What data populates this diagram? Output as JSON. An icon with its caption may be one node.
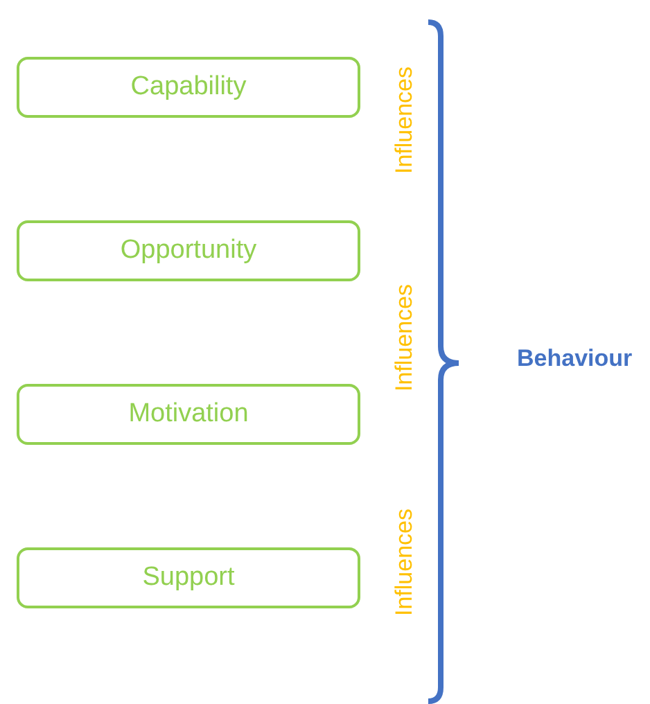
{
  "diagram": {
    "nodes": [
      {
        "text": [
          "Capability"
        ]
      },
      {
        "text": [
          "Opportunity"
        ]
      },
      {
        "text": [
          "Motivation"
        ]
      },
      {
        "text": [
          "Support"
        ]
      }
    ],
    "labels": [
      "Influences",
      "Influences",
      "Influences",
      "Behaviour"
    ]
  }
}
